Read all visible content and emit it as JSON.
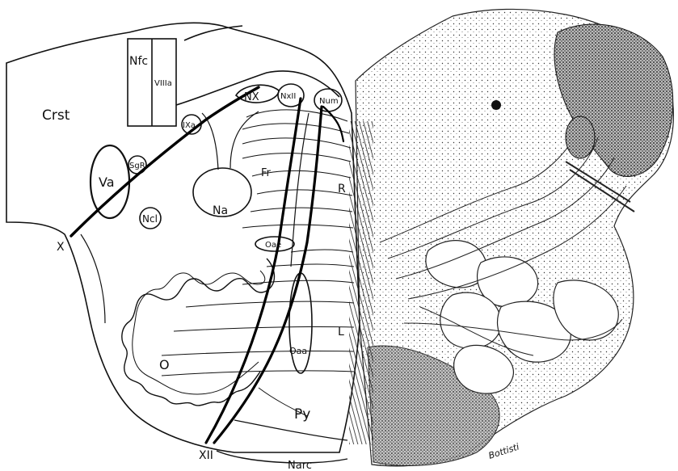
{
  "figure": {
    "labels": {
      "crst": "Crst",
      "nfc": "Nfc",
      "viiia": "VIIIa",
      "nx": "NX",
      "nxii": "NxII",
      "num": "Num",
      "ixa": "IXa",
      "sgr": "SgR",
      "va": "Va",
      "fr": "Fr",
      "r": "R",
      "na": "Na",
      "ncl": "Ncl",
      "x": "X",
      "oae": "Oae",
      "o": "O",
      "l": "L",
      "oaa": "Oaa",
      "py": "Py",
      "xii": "XII",
      "narc": "Narc",
      "signature": "Bottisti"
    },
    "colors": {
      "ink": "#111111",
      "paper": "#ffffff"
    }
  }
}
